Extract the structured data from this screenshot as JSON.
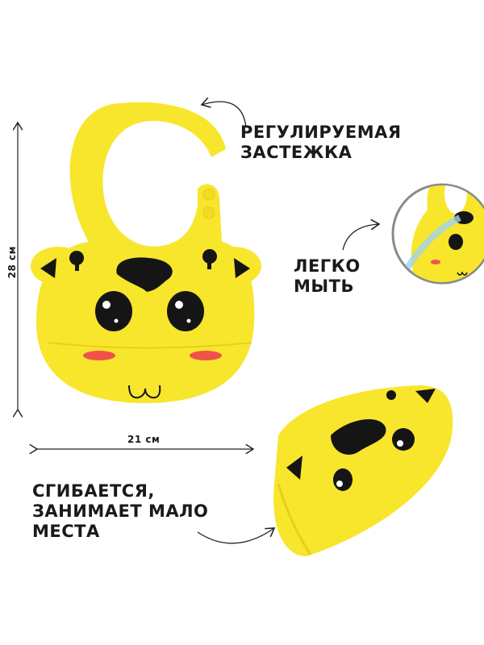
{
  "labels": {
    "adjustable_line1": "РЕГУЛИРУЕМАЯ",
    "adjustable_line2": "ЗАСТЕЖКА",
    "easy_wash_line1": "ЛЕГКО",
    "easy_wash_line2": "МЫТЬ",
    "folds_line1": "СГИБАЕТСЯ,",
    "folds_line2": "ЗАНИМАЕТ МАЛО",
    "folds_line3": "МЕСТА",
    "height_dim": "28 см",
    "width_dim": "21 см"
  },
  "colors": {
    "bib_yellow": "#f7e62c",
    "bib_shadow": "#f0d820",
    "spots": "#151515",
    "cheeks": "#f0524a",
    "circle_border": "#8a8a8a"
  }
}
